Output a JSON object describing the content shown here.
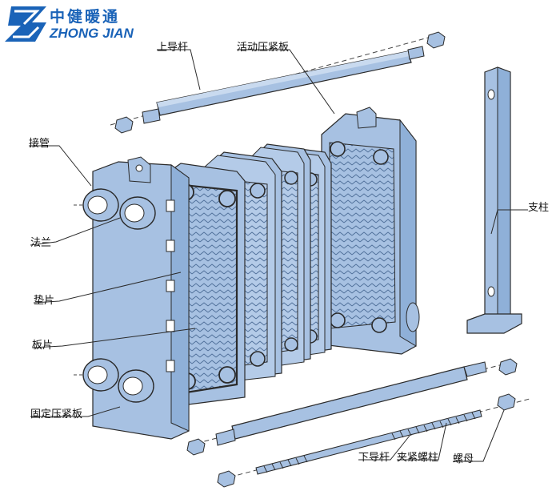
{
  "logo": {
    "name_cn": "中健暖通",
    "name_en": "ZHONG JIAN",
    "brand_color": "#1a63b8"
  },
  "labels": {
    "upper_guide_rod": "上导杆",
    "movable_plate": "活动压紧板",
    "nozzle": "接管",
    "flange": "法兰",
    "gasket": "垫片",
    "plate": "板片",
    "fixed_plate": "固定压紧板",
    "lower_guide_rod": "下导杆",
    "tie_bolt": "夹紧螺柱",
    "nut": "螺母",
    "support_column": "支柱"
  },
  "colors": {
    "steel_fill": "#a7c1e2",
    "steel_dark": "#7f9fc8",
    "outline": "#2a2a2a"
  }
}
